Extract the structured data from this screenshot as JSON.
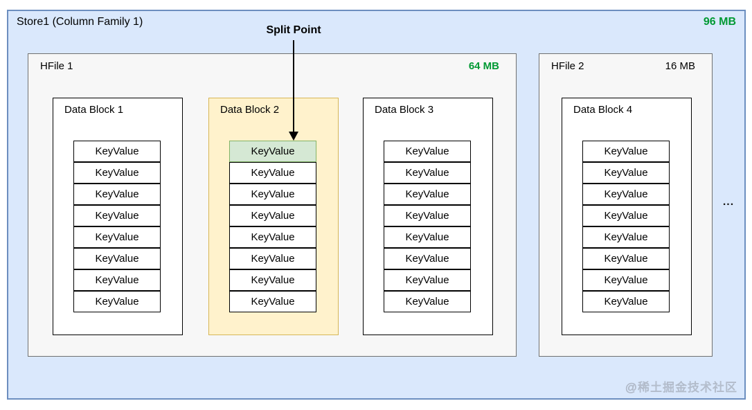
{
  "store": {
    "title": "Store1 (Column Family 1)",
    "size": "96 MB"
  },
  "split_point_label": "Split Point",
  "hfile1": {
    "name": "HFile 1",
    "size": "64 MB"
  },
  "hfile2": {
    "name": "HFile 2",
    "size": "16 MB"
  },
  "blocks": [
    {
      "title": "Data Block 1",
      "cells": [
        {
          "label": "KeyValue"
        },
        {
          "label": "KeyValue"
        },
        {
          "label": "KeyValue"
        },
        {
          "label": "KeyValue"
        },
        {
          "label": "KeyValue"
        },
        {
          "label": "KeyValue"
        },
        {
          "label": "KeyValue"
        },
        {
          "label": "KeyValue"
        }
      ]
    },
    {
      "title": "Data Block 2",
      "cells": [
        {
          "label": "KeyValue",
          "highlight": true
        },
        {
          "label": "KeyValue"
        },
        {
          "label": "KeyValue"
        },
        {
          "label": "KeyValue"
        },
        {
          "label": "KeyValue"
        },
        {
          "label": "KeyValue"
        },
        {
          "label": "KeyValue"
        },
        {
          "label": "KeyValue"
        }
      ]
    },
    {
      "title": "Data Block 3",
      "cells": [
        {
          "label": "KeyValue"
        },
        {
          "label": "KeyValue"
        },
        {
          "label": "KeyValue"
        },
        {
          "label": "KeyValue"
        },
        {
          "label": "KeyValue"
        },
        {
          "label": "KeyValue"
        },
        {
          "label": "KeyValue"
        },
        {
          "label": "KeyValue"
        }
      ]
    },
    {
      "title": "Data Block 4",
      "cells": [
        {
          "label": "KeyValue"
        },
        {
          "label": "KeyValue"
        },
        {
          "label": "KeyValue"
        },
        {
          "label": "KeyValue"
        },
        {
          "label": "KeyValue"
        },
        {
          "label": "KeyValue"
        },
        {
          "label": "KeyValue"
        },
        {
          "label": "KeyValue"
        }
      ]
    }
  ],
  "ellipsis": "...",
  "watermark": "@稀土掘金技术社区",
  "colors": {
    "store_background": "#DAE8FC",
    "store_border": "#6C8EBF",
    "hfile_background": "#F7F7F7",
    "hfile_border": "#707070",
    "block_border": "#000000",
    "split_block_background": "#FFF2CC",
    "split_block_border": "#D6B656",
    "split_cell_background": "#D5E8D4",
    "split_cell_border": "#82B366",
    "size_label_green": "#009933"
  }
}
